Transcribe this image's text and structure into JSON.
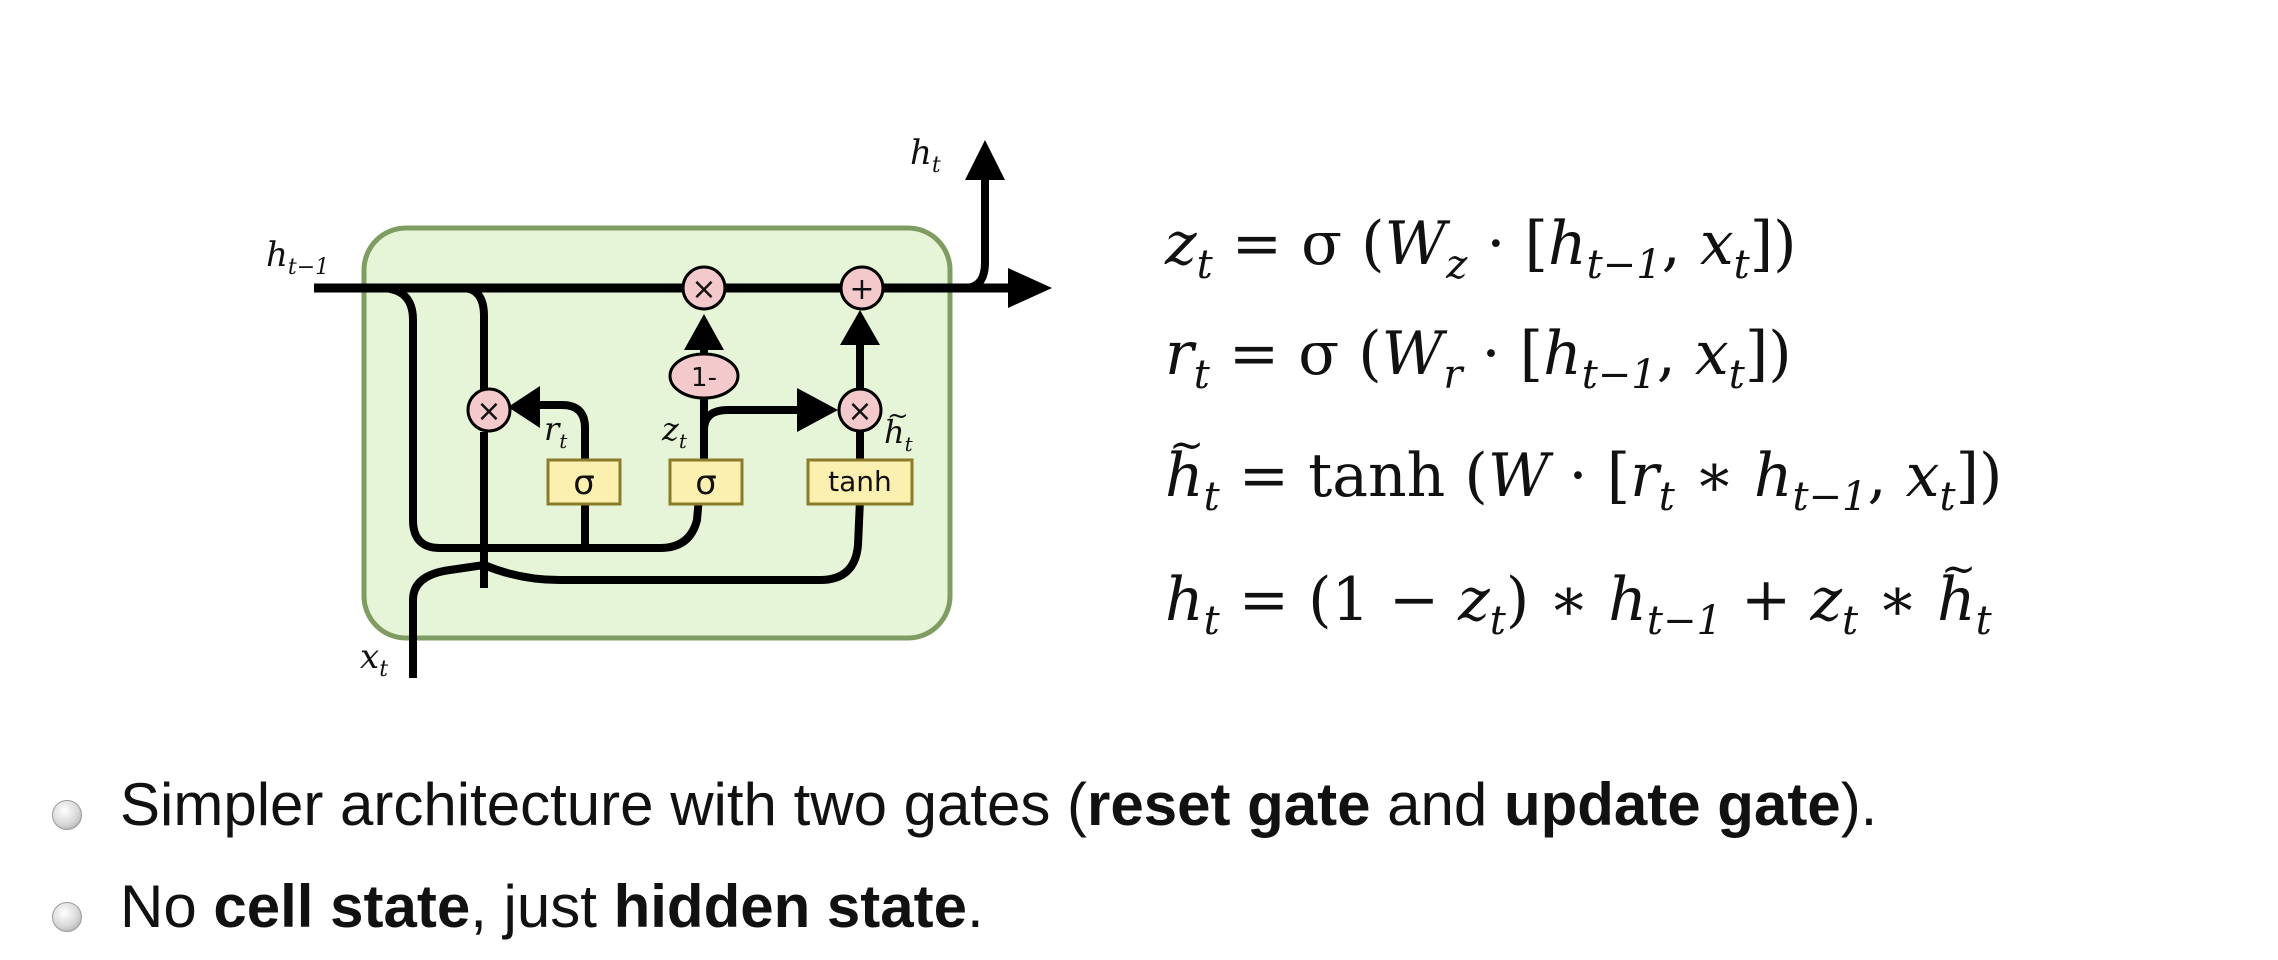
{
  "diagram": {
    "labels": {
      "h_prev": "h",
      "h_prev_sub": "t−1",
      "h_out": "h",
      "h_out_sub": "t",
      "x_in": "x",
      "x_in_sub": "t",
      "r_label": "r",
      "r_sub": "t",
      "z_label": "z",
      "z_sub": "t",
      "htilde_label": "h",
      "htilde_sub": "t"
    },
    "gates": {
      "sigma_reset": "σ",
      "sigma_update": "σ",
      "tanh": "tanh",
      "one_minus": "1-",
      "multiply": "×",
      "add": "+"
    },
    "colors": {
      "box_fill": "#e6f5d8",
      "box_stroke": "#7f9c63",
      "gate_fill": "#fbf0b0",
      "gate_stroke": "#8a7a2a",
      "op_fill": "#f4c9cc",
      "op_stroke": "#8a5a5e"
    }
  },
  "equations": {
    "z": {
      "lhs": "z",
      "lhs_sub": "t",
      "sigma": "σ",
      "W": "W",
      "W_sub": "z",
      "h": "h",
      "h_sub": "t−1",
      "x": "x",
      "x_sub": "t"
    },
    "r": {
      "lhs": "r",
      "lhs_sub": "t",
      "sigma": "σ",
      "W": "W",
      "W_sub": "r",
      "h": "h",
      "h_sub": "t−1",
      "x": "x",
      "x_sub": "t"
    },
    "htilde": {
      "lhs": "h",
      "lhs_sub": "t",
      "func": "tanh",
      "W": "W",
      "r": "r",
      "r_sub": "t",
      "h": "h",
      "h_sub": "t−1",
      "x": "x",
      "x_sub": "t"
    },
    "h": {
      "lhs": "h",
      "lhs_sub": "t",
      "one": "1",
      "z": "z",
      "z_sub": "t",
      "h": "h",
      "h_sub": "t−1",
      "z2": "z",
      "z2_sub": "t",
      "ht": "h",
      "ht_sub": "t"
    }
  },
  "bullets": [
    {
      "t1": "Simpler architecture with two gates (",
      "b1": "reset gate",
      "t2": " and ",
      "b2": "update gate",
      "t3": ")."
    },
    {
      "t1": "No ",
      "b1": "cell state",
      "t2": ", just ",
      "b2": "hidden state",
      "t3": "."
    }
  ]
}
